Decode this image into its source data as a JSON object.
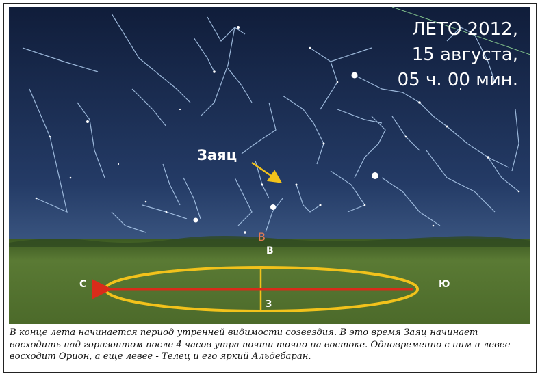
{
  "title": {
    "line1": "ЛЕТО 2012,",
    "line2": "15 августа,",
    "line3": "05 ч. 00 мин."
  },
  "labels": {
    "constellation": "Заяц",
    "compass_west": "С",
    "compass_east": "В",
    "compass_east_sky": "В",
    "compass_south": "Ю",
    "compass_north": "З"
  },
  "caption": "В конце лета начинается период утренней видимости созвездия. В это время Заяц начинает восходить над горизонтом после 4 часов утра почти точно на востоке. Одновременно с ним и левее восходит Орион, а еще левее - Телец и его яркий Альдебаран.",
  "colors": {
    "sky_top": "#14213f",
    "sky_bottom": "#2f4a75",
    "grass": "#4f6e2e",
    "ellipse": "#f2c21b",
    "arrow": "#d92b1a",
    "pointer_arrow": "#f2c21b"
  }
}
